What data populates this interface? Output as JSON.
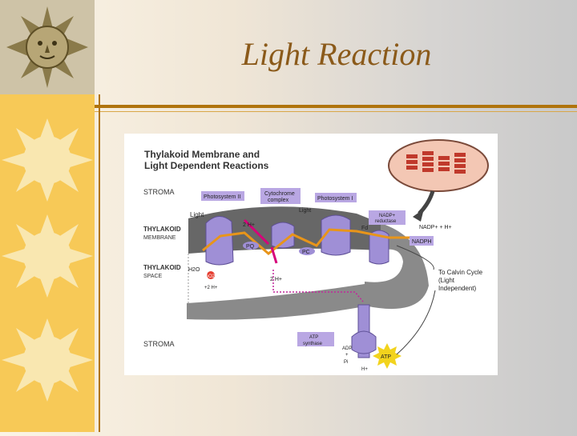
{
  "slide": {
    "title": "Light Reaction"
  },
  "diagram": {
    "heading_line1": "Thylakoid Membrane and",
    "heading_line2": "Light Dependent Reactions",
    "label_stroma_top": "STROMA",
    "label_thylakoid_membrane_1": "THYLAKOID",
    "label_thylakoid_membrane_2": "MEMBRANE",
    "label_thylakoid_space_1": "THYLAKOID",
    "label_thylakoid_space_2": "SPACE",
    "label_stroma_bottom": "STROMA",
    "photosystem_ii": "Photosystem II",
    "cytochrome_1": "Cytochrome",
    "cytochrome_2": "complex",
    "photosystem_i": "Photosystem I",
    "light_left": "Light",
    "light_right": "Light",
    "two_h_plus": "2 H+",
    "pq": "PQ",
    "pc": "PC",
    "fd": "Fd",
    "nadp_reductase_1": "NADP+",
    "nadp_reductase_2": "reductase",
    "nadp_plus_h": "NADP+ + H+",
    "nadph": "NADPH",
    "h2o": "H2O",
    "o2": "½O2",
    "two_h": "+2 H+",
    "two_h_space": "2 H+",
    "atp_synthase_1": "ATP",
    "atp_synthase_2": "synthase",
    "adp": "ADP",
    "plus": "+",
    "pi": "Pi",
    "atp": "ATP",
    "h_plus_bottom": "H+",
    "calvin_1": "To Calvin Cycle",
    "calvin_2": "(Light",
    "calvin_3": "Independent)"
  },
  "colors": {
    "accent_gold": "#f7c957",
    "title_brown": "#8b5a1a",
    "protein_purple": "#9f8fd6",
    "label_box_purple": "#b9a7e3",
    "electron_orange": "#e8951a"
  }
}
